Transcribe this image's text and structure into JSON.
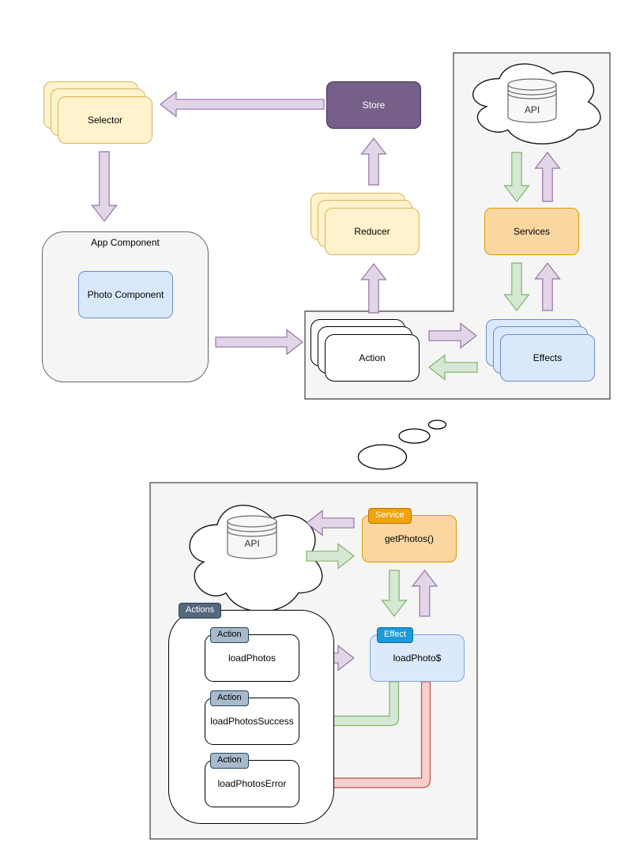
{
  "overview": {
    "selector": "Selector",
    "store": "Store",
    "reducer": "Reducer",
    "action": "Action",
    "effects": "Effects",
    "services": "Services",
    "api": "API",
    "app_component": "App Component",
    "photo_component": "Photo Component"
  },
  "detail": {
    "api": "API",
    "service_badge": "Service",
    "get_photos": "getPhotos()",
    "actions_group": "Actions",
    "action_badge": "Action",
    "load_photos": "loadPhotos",
    "load_photos_success": "loadPhotosSuccess",
    "load_photos_error": "loadPhotosError",
    "effect_badge": "Effect",
    "load_photo_stream": "loadPhoto$"
  },
  "colors": {
    "store_fill": "#76608A",
    "card_yellow_fill": "#FFF2CC",
    "card_yellow_stroke": "#D6B656",
    "card_blue_fill": "#DAE8FC",
    "card_blue_stroke": "#6C8EBF",
    "services_fill": "#FAD7A1",
    "services_stroke": "#D79B00",
    "arrow_purple_fill": "#E1D5E7",
    "arrow_purple_stroke": "#9673A6",
    "arrow_green_fill": "#D5E8D4",
    "arrow_green_stroke": "#82B366",
    "arrow_red_fill": "#F8CECC",
    "arrow_red_stroke": "#B85450",
    "panel_fill": "#F5F5F5",
    "service_badge_fill": "#F0A30A",
    "effect_badge_fill": "#1E9BD7",
    "actions_badge_fill": "#56687B",
    "action_badge_fill": "#A8BACB"
  }
}
